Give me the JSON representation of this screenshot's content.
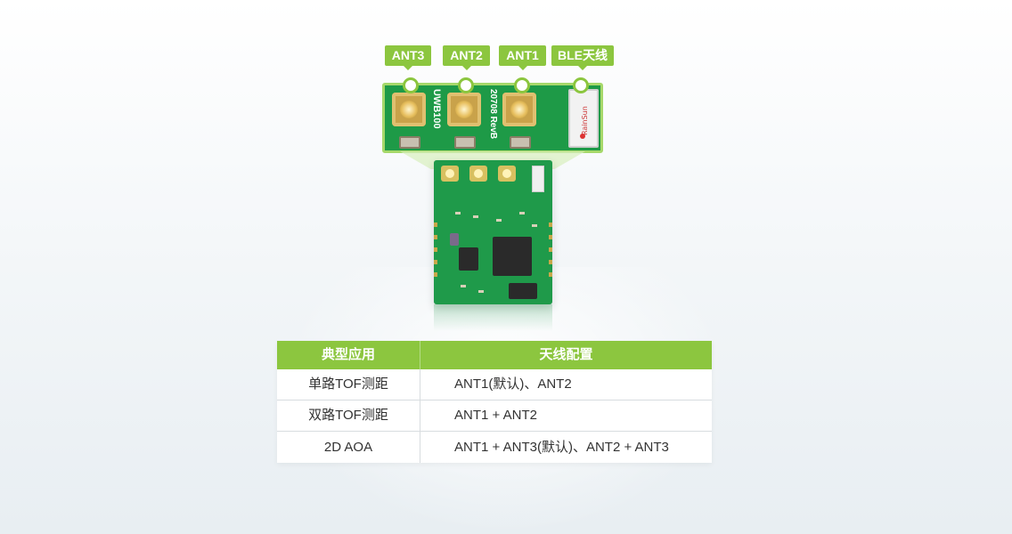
{
  "antenna_labels": {
    "ant3": "ANT3",
    "ant2": "ANT2",
    "ant1": "ANT1",
    "ble": "BLE天线"
  },
  "board": {
    "silkscreen_model": "UWB100",
    "silkscreen_rev": "20708 RevB",
    "chip_antenna_brand": "RainSun"
  },
  "colors": {
    "accent": "#8cc63f",
    "board_green": "#1f9a4a"
  },
  "table": {
    "headers": [
      "典型应用",
      "天线配置"
    ],
    "rows": [
      {
        "application": "单路TOF测距",
        "antenna": "ANT1(默认)、ANT2"
      },
      {
        "application": "双路TOF测距",
        "antenna": "ANT1 + ANT2"
      },
      {
        "application": "2D AOA",
        "antenna": "ANT1 + ANT3(默认)、ANT2 + ANT3"
      }
    ]
  }
}
